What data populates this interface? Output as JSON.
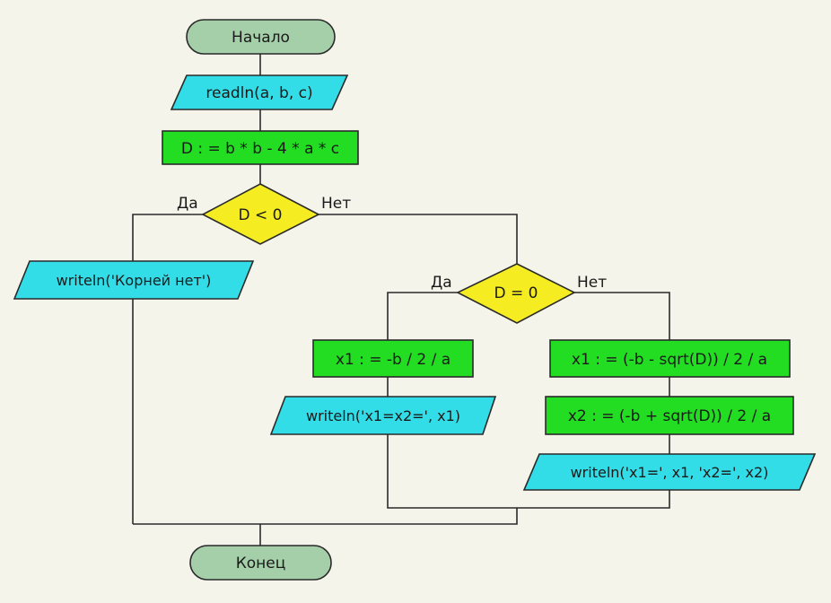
{
  "flowchart": {
    "start": "Начало",
    "end": "Конец",
    "input": "readln(a, b, c)",
    "discriminant": "D : = b * b - 4 * a * c",
    "cond1": "D < 0",
    "cond1_yes": "Да",
    "cond1_no": "Нет",
    "no_roots_output": "writeln('Корней нет')",
    "cond2": "D = 0",
    "cond2_yes": "Да",
    "cond2_no": "Нет",
    "single_root_calc": "x1 : = -b / 2 / a",
    "single_root_output": "writeln('x1=x2=', x1)",
    "root1_calc": "x1 : = (-b - sqrt(D)) / 2 / a",
    "root2_calc": "x2 : = (-b + sqrt(D)) / 2 / a",
    "two_roots_output": "writeln('x1=', x1, 'x2=', x2)"
  },
  "colors": {
    "terminal": "#a5cfa9",
    "io": "#33dde8",
    "process": "#22dd22",
    "decision": "#f5ec22",
    "line": "#2a2a2a"
  }
}
